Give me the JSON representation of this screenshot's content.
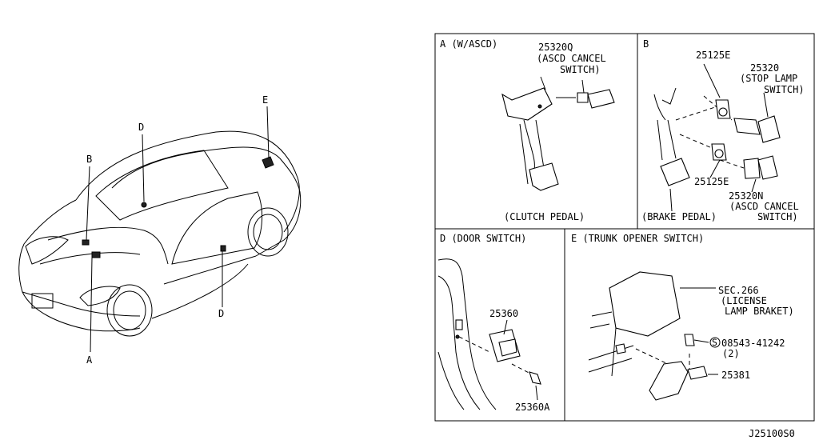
{
  "overview": {
    "callouts": [
      "A",
      "B",
      "D",
      "E",
      "D"
    ]
  },
  "panels": {
    "A": {
      "title": "A (W/ASCD)",
      "part_no": "25320Q",
      "part_name_1": "(ASCD CANCEL",
      "part_name_2": "SWITCH)",
      "pedal_label": "(CLUTCH PEDAL)"
    },
    "B": {
      "title": "B",
      "clip_top": "25125E",
      "stop_no": "25320",
      "stop_name_1": "(STOP LAMP",
      "stop_name_2": "SWITCH)",
      "clip_bottom": "25125E",
      "ascd_no": "25320N",
      "ascd_name_1": "(ASCD CANCEL",
      "ascd_name_2": "SWITCH)",
      "pedal_label": "(BRAKE PEDAL)"
    },
    "D": {
      "title": "D (DOOR SWITCH)",
      "switch_no": "25360",
      "bolt_no": "25360A"
    },
    "E": {
      "title": "E (TRUNK OPENER SWITCH)",
      "sec_1": "SEC.266",
      "sec_2": "(LICENSE",
      "sec_3": "LAMP BRAKET)",
      "screw_symbol": "S",
      "screw_no": "08543-41242",
      "screw_qty": "(2)",
      "switch_no": "25381"
    }
  },
  "diagram_code": "J25100S0"
}
